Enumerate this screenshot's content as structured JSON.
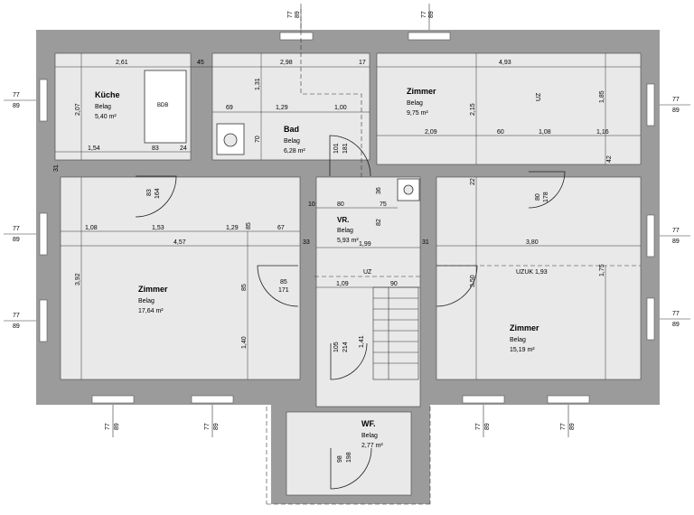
{
  "rooms": {
    "kueche": {
      "name": "Küche",
      "belag": "Belag",
      "area": "5,40 m²",
      "fixture": "BDB"
    },
    "bad": {
      "name": "Bad",
      "belag": "Belag",
      "area": "6,28 m²"
    },
    "zimmer_ne": {
      "name": "Zimmer",
      "belag": "Belag",
      "area": "9,75 m²"
    },
    "vr": {
      "name": "VR.",
      "belag": "Belag",
      "area": "5,93 m²"
    },
    "zimmer_w": {
      "name": "Zimmer",
      "belag": "Belag",
      "area": "17,64 m²"
    },
    "zimmer_se": {
      "name": "Zimmer",
      "belag": "Belag",
      "area": "15,19 m²"
    },
    "wf": {
      "name": "WF.",
      "belag": "Belag",
      "area": "2,77 m²"
    }
  },
  "window_marks": {
    "top": "77",
    "bottom": "89"
  },
  "dimensions": {
    "d261": "2,61",
    "d45": "45",
    "d298": "2,98",
    "d17": "17",
    "d493": "4,93",
    "d207": "2,07",
    "d131": "1,31",
    "d69": "69",
    "d129a": "1,29",
    "d100": "1,00",
    "d70": "70",
    "d215": "2,15",
    "d185": "1,85",
    "d154": "1,54",
    "d83": "83",
    "d24": "24",
    "d209": "2,09",
    "d60": "60",
    "d108a": "1,08",
    "d116": "1,16",
    "d31a": "31",
    "d42": "42",
    "d22": "22",
    "d10": "10",
    "d80a": "80",
    "d75": "75",
    "d36": "36",
    "d82": "82",
    "d108b": "1,08",
    "d153": "1,53",
    "d129b": "1,29",
    "d67": "67",
    "d457": "4,57",
    "d33": "33",
    "d199": "1,99",
    "d31b": "31",
    "d380": "3,80",
    "d392": "3,92",
    "d85a": "85",
    "d85b": "85",
    "d171": "171",
    "d109": "1,09",
    "d90": "90",
    "d140": "1,40",
    "d350": "3,50",
    "d175": "1,75",
    "d83b": "83",
    "d164": "164",
    "d80b": "80",
    "d178": "178",
    "d101": "101",
    "d181": "181",
    "d98": "98",
    "d198": "198",
    "d105": "105",
    "d214": "214",
    "d141": "1,41",
    "dUZ1": "UZ",
    "dUZ2": "UZ",
    "dUZUK": "UZUK 1,93"
  }
}
